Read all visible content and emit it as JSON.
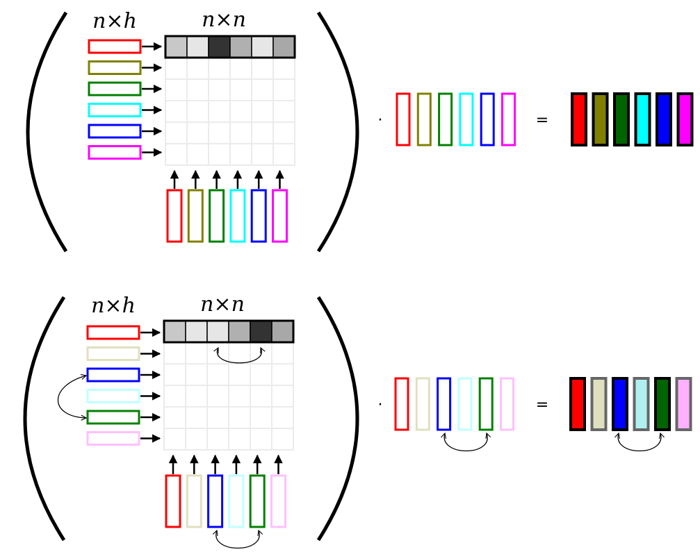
{
  "panels": [
    {
      "id": "top",
      "left_label": "n×h",
      "right_label": "n×n",
      "dot": "·",
      "equals": "=",
      "matrix_row_colors": [
        "#c8c8c8",
        "#e6e6e6",
        "#333333",
        "#b0b0b0",
        "#e6e6e6",
        "#a8a8a8"
      ],
      "left_vector_colors": [
        "#ff0000",
        "#808000",
        "#008000",
        "#00ffff",
        "#0000ff",
        "#ff00ff"
      ],
      "bottom_vector_colors": [
        "#ff0000",
        "#808000",
        "#008000",
        "#00ffff",
        "#0000ff",
        "#ff00ff"
      ],
      "mid_vector_colors": [
        "#ff0000",
        "#808000",
        "#008000",
        "#00ffff",
        "#0000ff",
        "#ff00ff"
      ],
      "result_colors": [
        "#ff0000",
        "#808000",
        "#006400",
        "#00ffff",
        "#0000ff",
        "#ff00ff"
      ]
    },
    {
      "id": "bottom",
      "left_label": "n×h",
      "right_label": "n×n",
      "dot": "·",
      "equals": "=",
      "matrix_row_colors": [
        "#c8c8c8",
        "#e6e6e6",
        "#e6e6e6",
        "#b0b0b0",
        "#333333",
        "#a8a8a8"
      ],
      "left_vector_colors": [
        "#ff0000",
        "#e0dfc0",
        "#0000ff",
        "#c0ffff",
        "#008000",
        "#ffc0ff"
      ],
      "bottom_vector_colors": [
        "#ff0000",
        "#e0dfc0",
        "#0000ff",
        "#c0ffff",
        "#008000",
        "#ffc0ff"
      ],
      "mid_vector_colors": [
        "#ff0000",
        "#e0dfc0",
        "#0000ff",
        "#c0ffff",
        "#008000",
        "#ffc0ff"
      ],
      "result_colors": [
        "#ff0000",
        "#e0dfc0",
        "#0000ff",
        "#b0f0f0",
        "#006400",
        "#ffb0ff"
      ]
    }
  ],
  "colors": {
    "ink": "#000000",
    "grid": "#ebebeb"
  }
}
